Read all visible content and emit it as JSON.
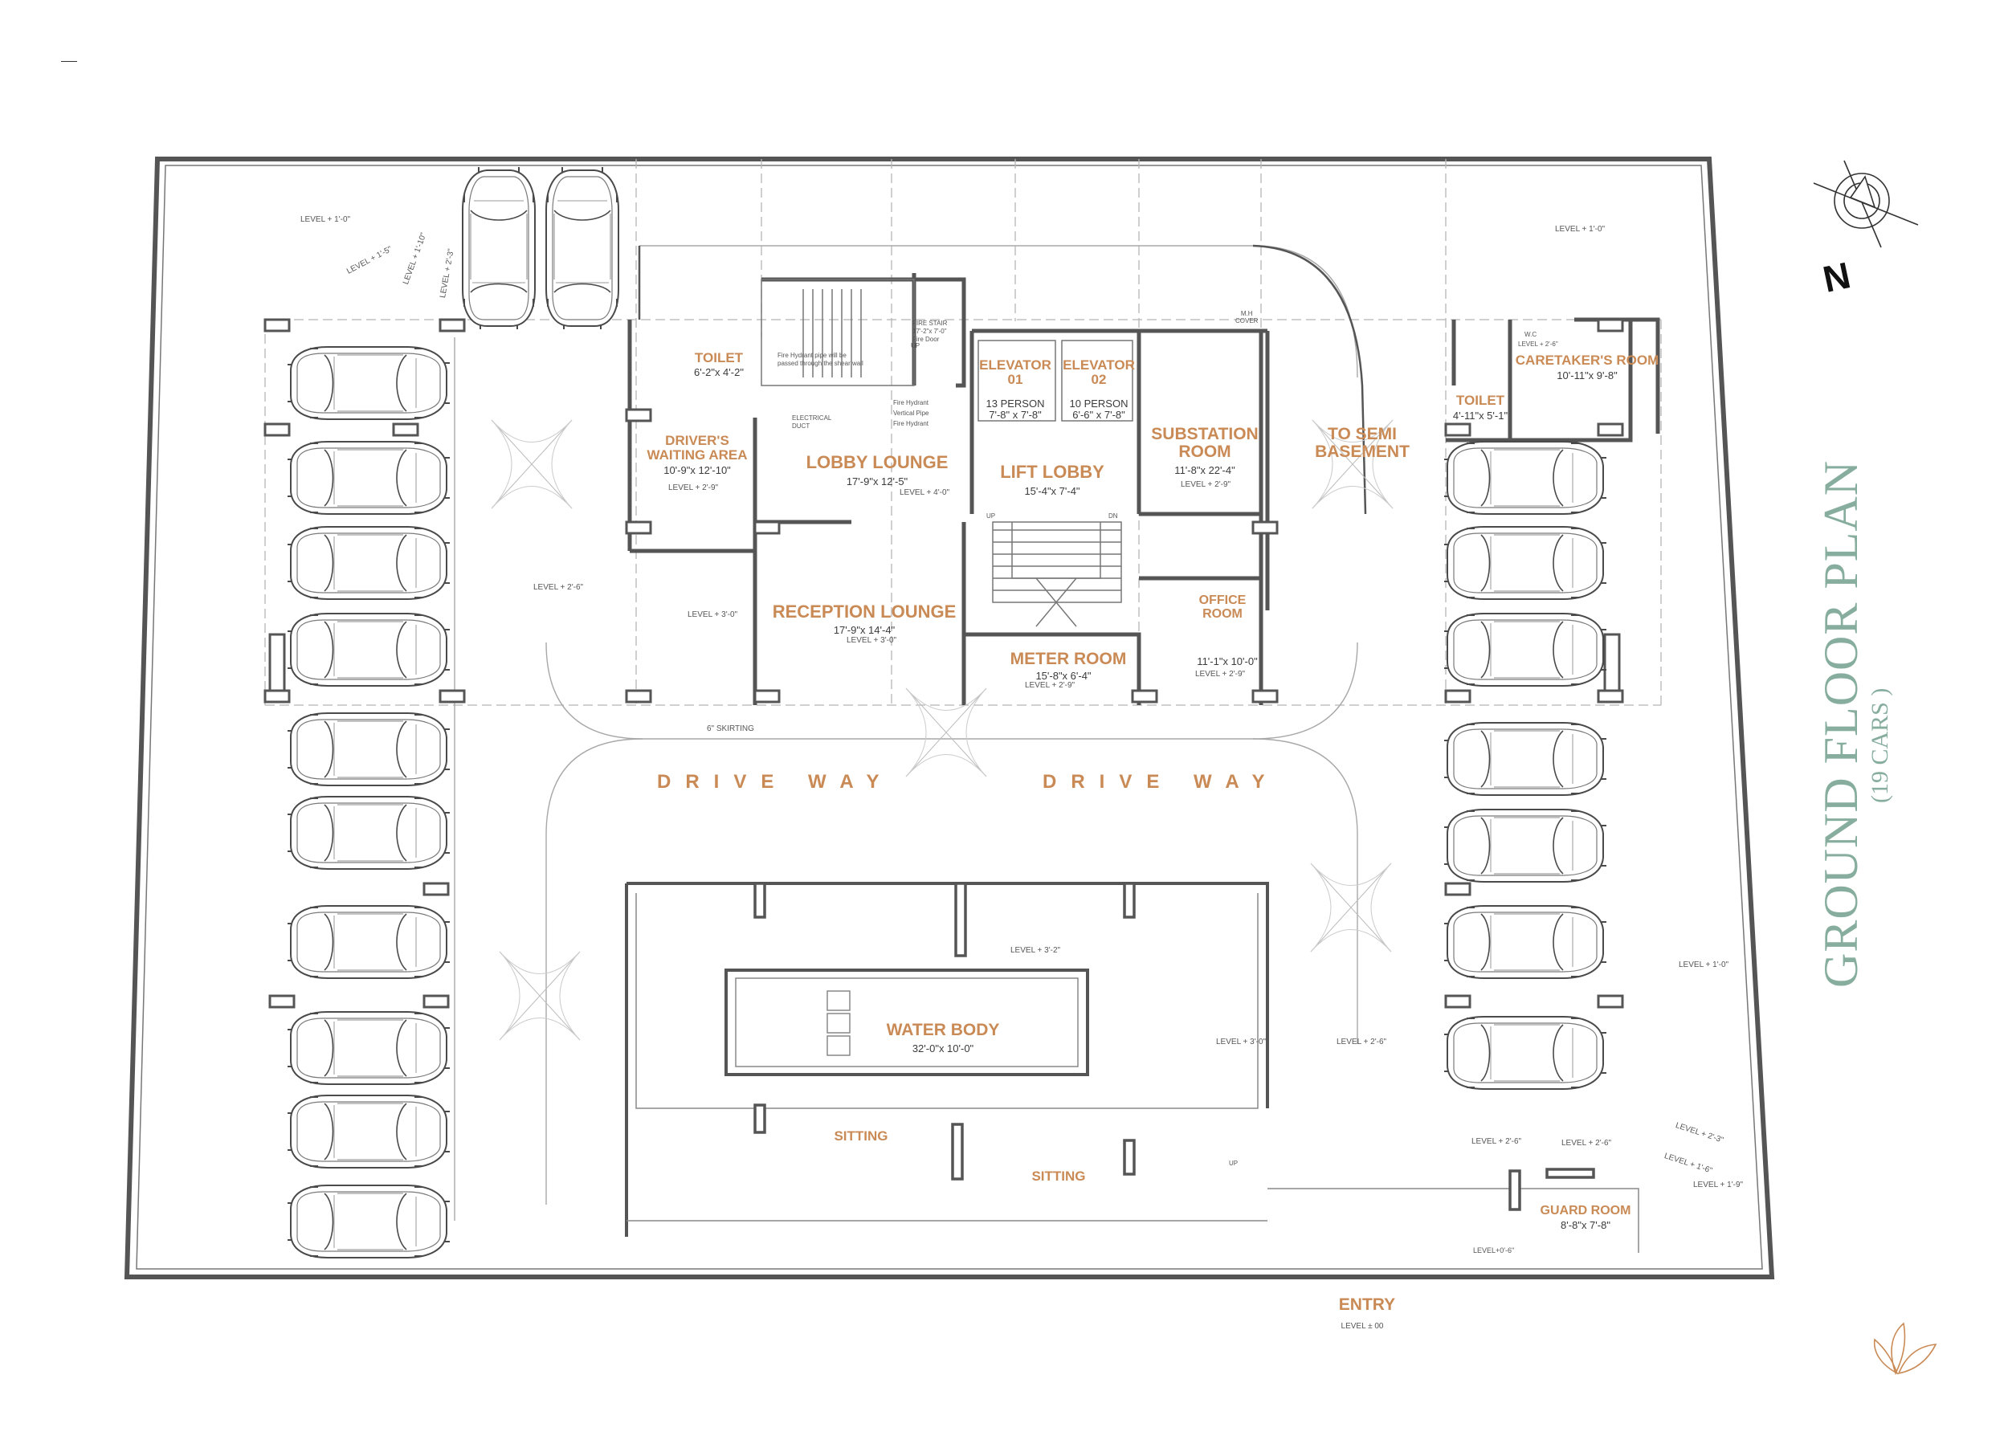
{
  "title": "GROUND FLOOR PLAN",
  "subtitle": "(19 CARS )",
  "north_label": "N",
  "colors": {
    "label": "#c98a55",
    "title": "#86ad9e",
    "wall": "#555555",
    "line": "#9a9a9a"
  },
  "rooms": {
    "toilet1": {
      "name": "TOILET",
      "dim": "6'-2\"x 4'-2\""
    },
    "drivers": {
      "name": "DRIVER'S\nWAITING AREA",
      "dim": "10'-9\"x 12'-10\"",
      "level": "LEVEL + 2'-9\""
    },
    "lobby": {
      "name": "LOBBY LOUNGE",
      "dim": "17'-9\"x 12'-5\"",
      "level": "LEVEL + 4'-0\""
    },
    "elevator1": {
      "name": "ELEVATOR\n01",
      "dim": "13 PERSON\n7'-8\" x 7'-8\""
    },
    "elevator2": {
      "name": "ELEVATOR\n02",
      "dim": "10 PERSON\n6'-6\" x 7'-8\""
    },
    "lift_lobby": {
      "name": "LIFT LOBBY",
      "dim": "15'-4\"x 7'-4\""
    },
    "substation": {
      "name": "SUBSTATION\nROOM",
      "dim": "11'-8\"x 22'-4\"",
      "level": "LEVEL + 2'-9\""
    },
    "semi_basement": {
      "name": "TO SEMI\nBASEMENT"
    },
    "caretaker": {
      "name": "CARETAKER'S ROOM",
      "dim": "10'-11\"x 9'-8\""
    },
    "toilet2": {
      "name": "TOILET",
      "dim": "4'-11\"x 5'-1\""
    },
    "reception": {
      "name": "RECEPTION LOUNGE",
      "dim": "17'-9\"x 14'-4\"",
      "level": "LEVEL + 3'-0\""
    },
    "meter": {
      "name": "METER ROOM",
      "dim": "15'-8\"x 6'-4\"",
      "level": "LEVEL + 2'-9\""
    },
    "office": {
      "name": "OFFICE\nROOM",
      "dim": "11'-1\"x 10'-0\"",
      "level": "LEVEL + 2'-9\""
    },
    "water_body": {
      "name": "WATER BODY",
      "dim": "32'-0\"x 10'-0\""
    },
    "guard": {
      "name": "GUARD ROOM",
      "dim": "8'-8\"x 7'-8\""
    },
    "entry": {
      "name": "ENTRY",
      "level": "LEVEL ± 00"
    },
    "sitting1": {
      "name": "SITTING"
    },
    "sitting2": {
      "name": "SITTING"
    }
  },
  "driveway": [
    "DRIVE WAY",
    "DRIVE WAY"
  ],
  "skirting": "6\" SKIRTING",
  "levels": {
    "tl": "LEVEL + 1'-0\"",
    "tl2": "LEVEL + 1'-5\"",
    "tl3": "LEVEL + 1'-10\"",
    "tl4": "LEVEL + 2'-3\"",
    "tr": "LEVEL + 1'-0\"",
    "left_mid": "LEVEL + 2'-6\"",
    "left_court": "LEVEL + 3'-0\"",
    "garden_top": "LEVEL + 3'-2\"",
    "garden_right": "LEVEL + 3'-0\"",
    "right_mid": "LEVEL + 2'-6\"",
    "far_right": "LEVEL + 1'-0\"",
    "br1": "LEVEL + 2'-6\"",
    "br2": "LEVEL + 2'-6\"",
    "br3": "LEVEL + 2'-3\"",
    "br4": "LEVEL + 1'-6\"",
    "br5": "LEVEL + 1'-9\"",
    "guard_lvl": "LEVEL+0'-6\"",
    "caretaker_lvl": "LEVEL + 2'-6\""
  },
  "notes": {
    "fire_stair": "FIRE STAIR",
    "fire_stair_dim": "17'-2\"x 7'-0\"",
    "fire_door": "Fire Door",
    "hydrant": "Fire Hydrant pipe will be\npassed through the shear wall",
    "vertical": "Fire Hydrant\nVertical Pipe\nFire Hydrant",
    "electrical": "ELECTRICAL\nDUCT",
    "up1": "UP",
    "up2": "UP",
    "dn": "DN",
    "up3": "UP",
    "mh": "M.H\nCOVER",
    "wc": "W.C"
  }
}
